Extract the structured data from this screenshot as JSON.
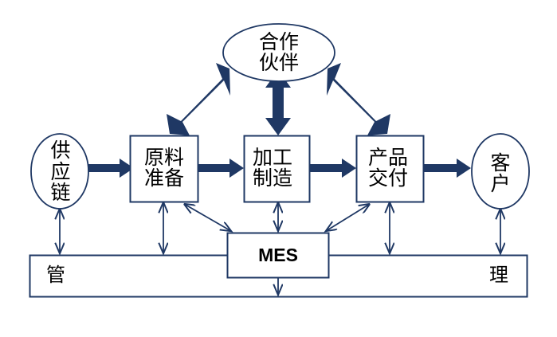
{
  "diagram": {
    "title": "MES Manufacturing Value Chain Diagram",
    "colors": {
      "stroke": "#1F3864",
      "thick_arrow_fill": "#1F3864",
      "node_fill": "#FFFFFF",
      "background": "#FFFFFF",
      "text": "#000000"
    },
    "nodes": {
      "supply_chain": {
        "shape": "ellipse",
        "lines": [
          "供",
          "应",
          "链"
        ],
        "line1": "供",
        "line2": "应",
        "line3": "链"
      },
      "material_prep": {
        "shape": "rectangle",
        "line1": "原料",
        "line2": "准备"
      },
      "manufacturing": {
        "shape": "rectangle",
        "line1": "加工",
        "line2": "制造"
      },
      "product_delivery": {
        "shape": "rectangle",
        "line1": "产品",
        "line2": "交付"
      },
      "customer": {
        "shape": "ellipse",
        "line1": "客",
        "line2": "户"
      },
      "partner": {
        "shape": "ellipse",
        "line1": "合作",
        "line2": "伙伴"
      },
      "mes": {
        "shape": "rectangle",
        "label": "MES"
      },
      "management_bar": {
        "shape": "rectangle",
        "left_label": "管",
        "right_label": "理"
      }
    },
    "connectors": [
      {
        "name": "supply-to-prep",
        "style": "thick-single",
        "from": "supply_chain",
        "to": "material_prep"
      },
      {
        "name": "prep-to-manufacturing",
        "style": "thick-single",
        "from": "material_prep",
        "to": "manufacturing"
      },
      {
        "name": "manufacturing-to-delivery",
        "style": "thick-single",
        "from": "manufacturing",
        "to": "product_delivery"
      },
      {
        "name": "delivery-to-customer",
        "style": "thick-single",
        "from": "product_delivery",
        "to": "customer"
      },
      {
        "name": "prep-to-partner",
        "style": "thick-double",
        "from": "material_prep",
        "to": "partner"
      },
      {
        "name": "manufacturing-to-partner",
        "style": "thick-double",
        "from": "manufacturing",
        "to": "partner"
      },
      {
        "name": "delivery-to-partner",
        "style": "thick-double",
        "from": "product_delivery",
        "to": "partner"
      },
      {
        "name": "prep-to-mes",
        "style": "thin-double",
        "from": "material_prep",
        "to": "mes"
      },
      {
        "name": "manufacturing-to-mes",
        "style": "thin-double",
        "from": "manufacturing",
        "to": "mes"
      },
      {
        "name": "delivery-to-mes",
        "style": "thin-double",
        "from": "product_delivery",
        "to": "mes"
      },
      {
        "name": "supply-to-management",
        "style": "thin-double",
        "from": "supply_chain",
        "to": "management_bar"
      },
      {
        "name": "prep-to-management",
        "style": "thin-double",
        "from": "material_prep",
        "to": "management_bar"
      },
      {
        "name": "mes-to-management",
        "style": "thin-double",
        "from": "mes",
        "to": "management_bar"
      },
      {
        "name": "delivery-to-management",
        "style": "thin-double",
        "from": "product_delivery",
        "to": "management_bar"
      },
      {
        "name": "customer-to-management",
        "style": "thin-double",
        "from": "customer",
        "to": "management_bar"
      }
    ]
  }
}
